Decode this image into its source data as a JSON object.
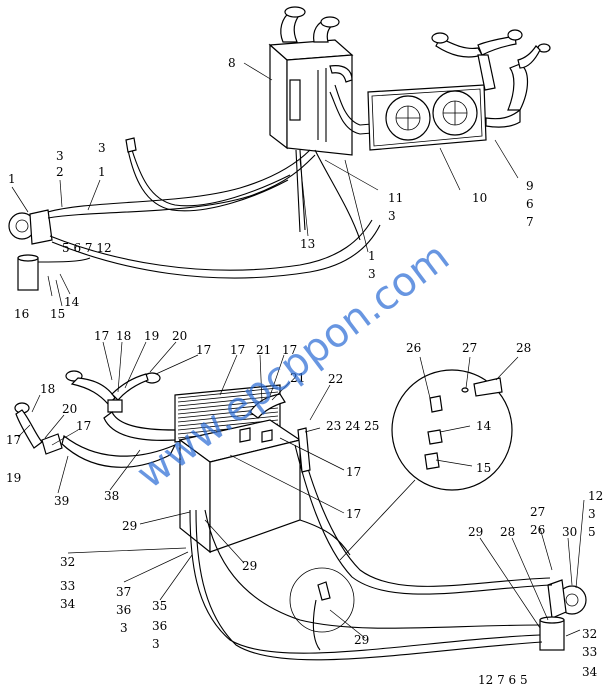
{
  "watermark": "www.epcppon.com",
  "colors": {
    "line": "#000000",
    "watermark": "#2f6fd6",
    "background": "#ffffff"
  },
  "top_labels": {
    "l1": "1",
    "l3a": "3",
    "l2": "2",
    "l3b": "3",
    "l1b": "1",
    "l5_7_12": "5 6 7 12",
    "l16": "16",
    "l15": "15",
    "l14": "14",
    "l8": "8",
    "l10": "10",
    "l9": "9",
    "l6": "6",
    "l7": "7",
    "l11": "11",
    "l3c": "3",
    "l13": "13",
    "l1c": "1",
    "l3d": "3"
  },
  "bottom_labels": {
    "l17a": "17",
    "l18a": "18",
    "l19a": "19",
    "l20a": "20",
    "l17b": "17",
    "l17c": "17",
    "l21a": "21",
    "l17d": "17",
    "l18b": "18",
    "l20b": "20",
    "l17e": "17",
    "l17f": "17",
    "l19b": "19",
    "l21b": "21",
    "l22": "22",
    "l23_24_25": "23 24 25",
    "l39": "39",
    "l38": "38",
    "l17g": "17",
    "l17h": "17",
    "l29a": "29",
    "l29b": "29",
    "l32a": "32",
    "l33a": "33",
    "l34a": "34",
    "l37": "37",
    "l36a": "36",
    "l3e": "3",
    "l35": "35",
    "l36b": "36",
    "l3f": "3",
    "l29c": "29",
    "l26": "26",
    "l27a": "27",
    "l28a": "28",
    "l14b": "14",
    "l15b": "15",
    "l29d": "29",
    "l28b": "28",
    "l27b": "27",
    "l26b": "26",
    "l30": "30",
    "l12": "12",
    "l3g": "3",
    "l5": "5",
    "l32b": "32",
    "l33b": "33",
    "l34b": "34",
    "l12_7_6_5": "12 7 6 5"
  }
}
